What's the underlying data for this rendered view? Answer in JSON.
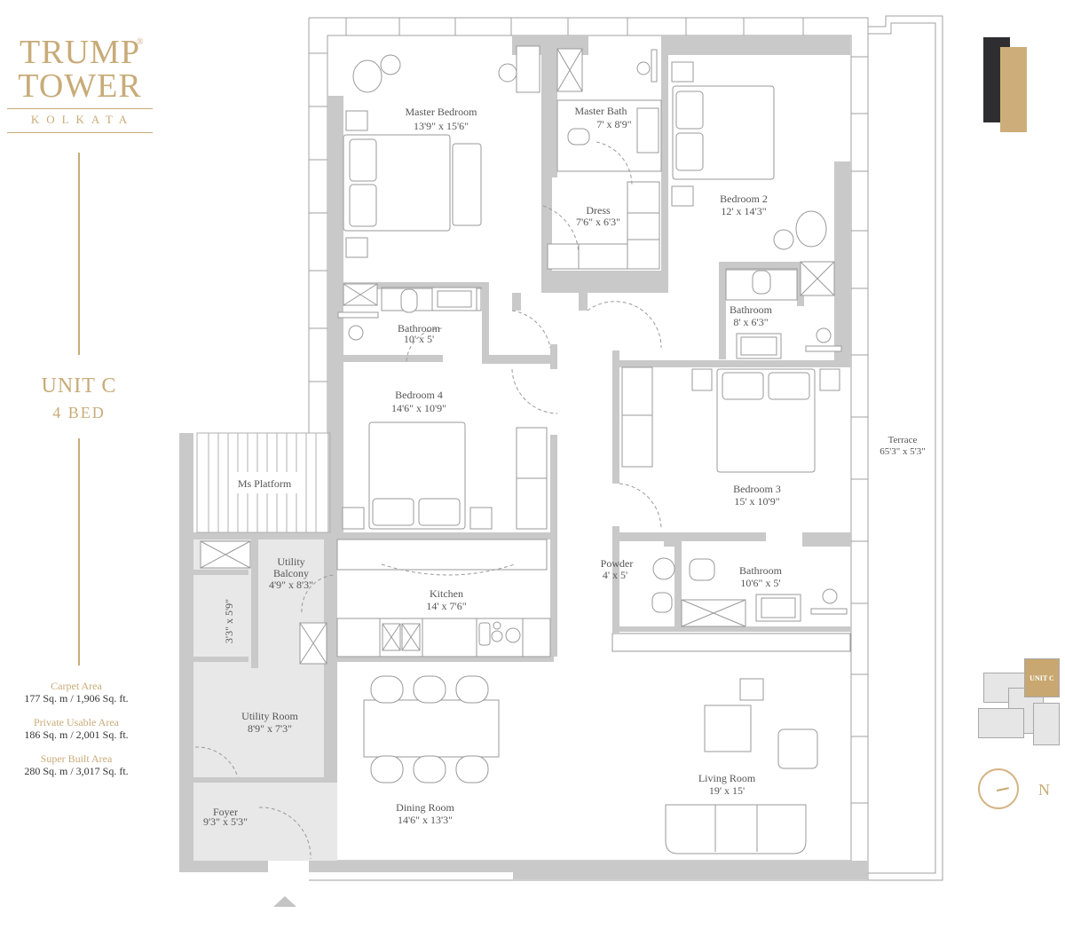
{
  "brand": {
    "line1": "TRUMP",
    "line2": "TOWER",
    "registered": "®",
    "city": "KOLKATA"
  },
  "unit": {
    "name": "UNIT C",
    "beds": "4 BED"
  },
  "areas": [
    {
      "label": "Carpet Area",
      "value": "177 Sq. m / 1,906 Sq. ft."
    },
    {
      "label": "Private Usable Area",
      "value": "186 Sq. m / 2,001 Sq. ft."
    },
    {
      "label": "Super Built Area",
      "value": "280 Sq. m / 3,017 Sq. ft."
    }
  ],
  "rooms": {
    "master_bedroom": {
      "name": "Master Bedroom",
      "size": "13'9\" x 15'6\""
    },
    "master_bath": {
      "name": "Master Bath",
      "size": "7' x 8'9\""
    },
    "dress": {
      "name": "Dress",
      "size": "7'6\" x 6'3\""
    },
    "bedroom2": {
      "name": "Bedroom 2",
      "size": "12' x 14'3\""
    },
    "bathroom_b2": {
      "name": "Bathroom",
      "size": "8' x 6'3\""
    },
    "bathroom_b4": {
      "name": "Bathroom",
      "size": "10' x 5'"
    },
    "bedroom4": {
      "name": "Bedroom 4",
      "size": "14'6\" x 10'9\""
    },
    "bedroom3": {
      "name": "Bedroom 3",
      "size": "15' x 10'9\""
    },
    "ms_platform": {
      "name": "Ms Platform"
    },
    "utility_balcony": {
      "name1": "Utility",
      "name2": "Balcony",
      "size": "4'9\" x 8'3\""
    },
    "store": {
      "size": "3'3\" x 5'9\""
    },
    "kitchen": {
      "name": "Kitchen",
      "size": "14' x 7'6\""
    },
    "powder": {
      "name": "Powder",
      "size": "4' x 5'"
    },
    "bathroom_b3": {
      "name": "Bathroom",
      "size": "10'6\" x 5'"
    },
    "terrace": {
      "name": "Terrace",
      "size": "65'3\" x 5'3\""
    },
    "utility_room": {
      "name": "Utility Room",
      "size": "8'9\" x 7'3\""
    },
    "foyer": {
      "name": "Foyer",
      "size": "9'3\" x 5'3\""
    },
    "dining_room": {
      "name": "Dining Room",
      "size": "14'6\" x 13'3\""
    },
    "living_room": {
      "name": "Living Room",
      "size": "19' x 15'"
    }
  },
  "keyplan": {
    "active_label": "UNIT C"
  },
  "compass": {
    "label": "N"
  },
  "colors": {
    "gold": "#c8ab78",
    "wall": "#c9c9c9",
    "line": "#9a9a9a",
    "service_fill": "#e8e8e8",
    "logo_dark": "#2e2e30",
    "logo_gold": "#cdae7a"
  }
}
